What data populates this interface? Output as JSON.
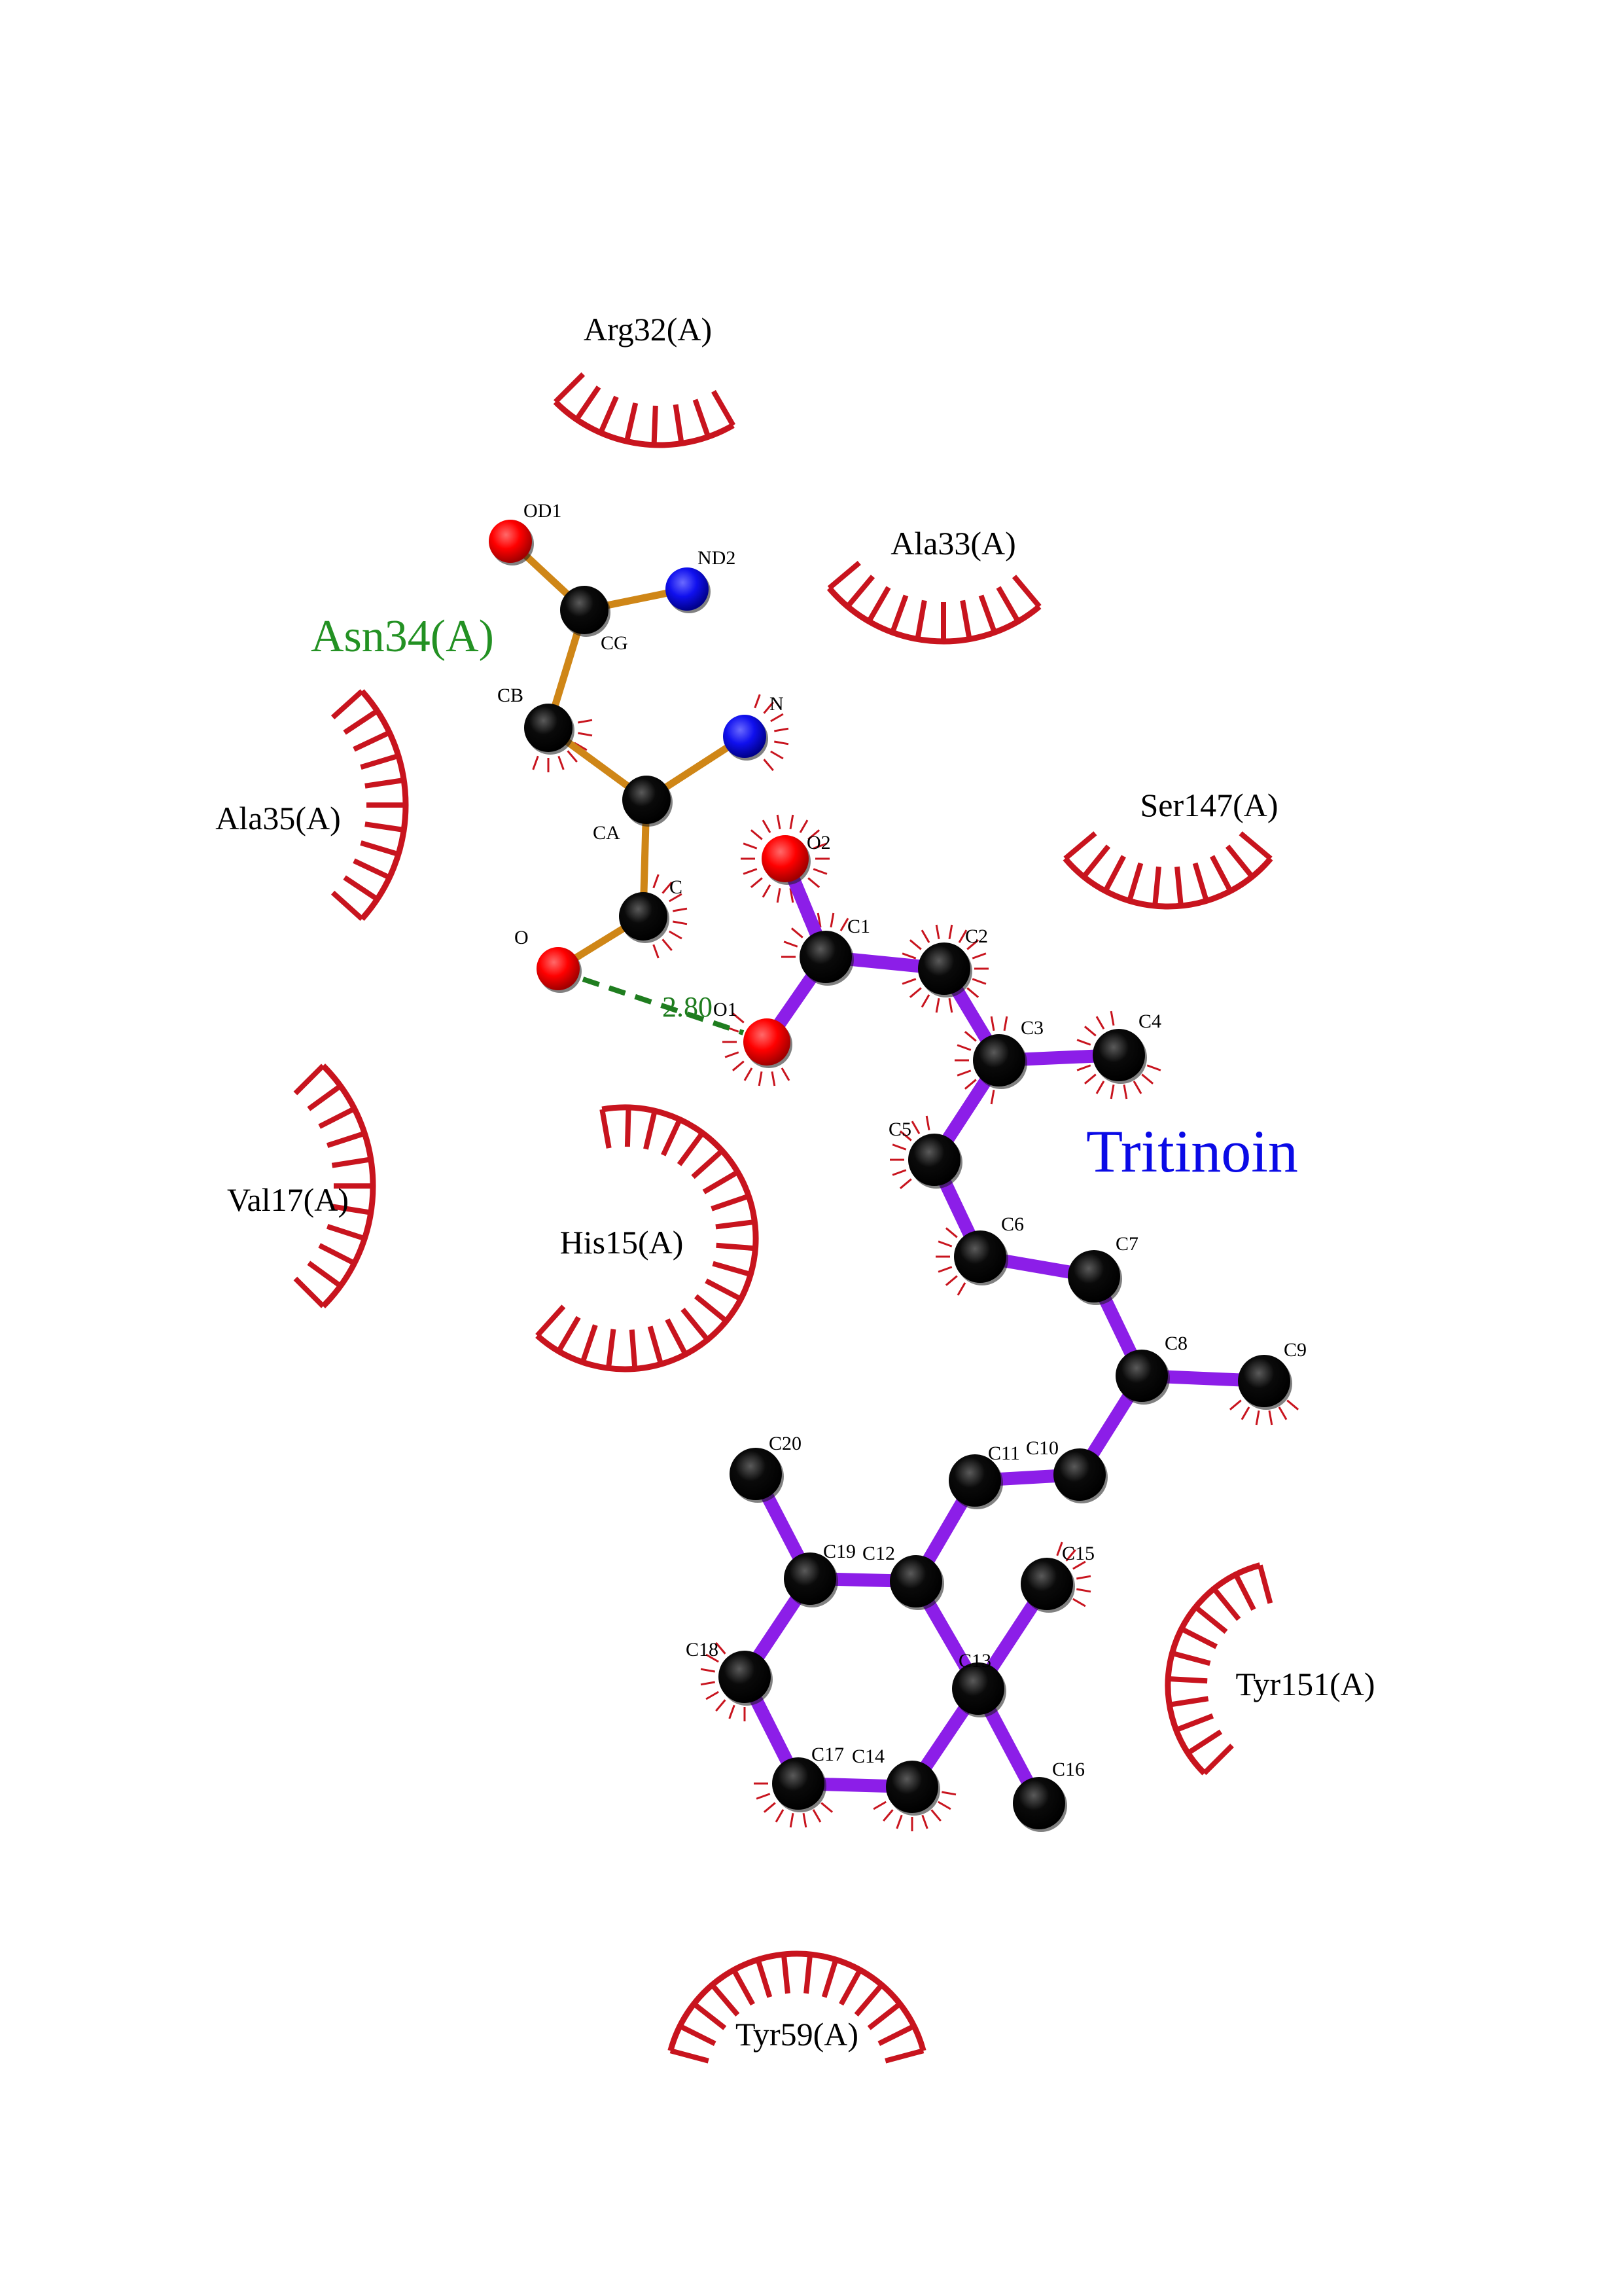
{
  "colors": {
    "background": "#ffffff",
    "ligand_bond": "#8c1ee8",
    "residue_bond": "#cf8617",
    "hydrophobic_arc": "#c8141e",
    "hbond": "#1f7d1f",
    "carbon": "#000000",
    "oxygen": "#ff0000",
    "nitrogen": "#1010ee",
    "ligand_title": "#0a0ae6",
    "residue_title": "#239123"
  },
  "ligand": {
    "name": "Tritinoin",
    "atoms": [
      {
        "id": "O2",
        "el": "O"
      },
      {
        "id": "C1",
        "el": "C"
      },
      {
        "id": "O1",
        "el": "O"
      },
      {
        "id": "C2",
        "el": "C"
      },
      {
        "id": "C3",
        "el": "C"
      },
      {
        "id": "C4",
        "el": "C"
      },
      {
        "id": "C5",
        "el": "C"
      },
      {
        "id": "C6",
        "el": "C"
      },
      {
        "id": "C7",
        "el": "C"
      },
      {
        "id": "C8",
        "el": "C"
      },
      {
        "id": "C9",
        "el": "C"
      },
      {
        "id": "C10",
        "el": "C"
      },
      {
        "id": "C11",
        "el": "C"
      },
      {
        "id": "C12",
        "el": "C"
      },
      {
        "id": "C19",
        "el": "C"
      },
      {
        "id": "C20",
        "el": "C"
      },
      {
        "id": "C18",
        "el": "C"
      },
      {
        "id": "C17",
        "el": "C"
      },
      {
        "id": "C14",
        "el": "C"
      },
      {
        "id": "C13",
        "el": "C"
      },
      {
        "id": "C15",
        "el": "C"
      },
      {
        "id": "C16",
        "el": "C"
      }
    ],
    "bonds": [
      [
        "O2",
        "C1"
      ],
      [
        "C1",
        "O1"
      ],
      [
        "C1",
        "C2"
      ],
      [
        "C2",
        "C3"
      ],
      [
        "C3",
        "C4"
      ],
      [
        "C3",
        "C5"
      ],
      [
        "C5",
        "C6"
      ],
      [
        "C6",
        "C7"
      ],
      [
        "C7",
        "C8"
      ],
      [
        "C8",
        "C9"
      ],
      [
        "C8",
        "C10"
      ],
      [
        "C10",
        "C11"
      ],
      [
        "C11",
        "C12"
      ],
      [
        "C12",
        "C19"
      ],
      [
        "C19",
        "C20"
      ],
      [
        "C19",
        "C18"
      ],
      [
        "C18",
        "C17"
      ],
      [
        "C17",
        "C14"
      ],
      [
        "C14",
        "C13"
      ],
      [
        "C13",
        "C12"
      ],
      [
        "C13",
        "C15"
      ],
      [
        "C13",
        "C16"
      ]
    ]
  },
  "residue": {
    "name": "Asn34(A)",
    "atoms": [
      {
        "id": "OD1",
        "el": "O"
      },
      {
        "id": "ND2",
        "el": "N"
      },
      {
        "id": "CG",
        "el": "C"
      },
      {
        "id": "CB",
        "el": "C"
      },
      {
        "id": "N",
        "el": "N"
      },
      {
        "id": "CA",
        "el": "C"
      },
      {
        "id": "C",
        "el": "C"
      },
      {
        "id": "O",
        "el": "O"
      }
    ],
    "bonds": [
      [
        "OD1",
        "CG"
      ],
      [
        "CG",
        "ND2"
      ],
      [
        "CG",
        "CB"
      ],
      [
        "CB",
        "CA"
      ],
      [
        "CA",
        "N"
      ],
      [
        "CA",
        "C"
      ],
      [
        "C",
        "O"
      ]
    ]
  },
  "hbond": {
    "from": "O",
    "to": "O1",
    "distance": "2.80"
  },
  "hydrophobic_residues": [
    {
      "name": "Arg32(A)"
    },
    {
      "name": "Ala33(A)"
    },
    {
      "name": "Ala35(A)"
    },
    {
      "name": "Ser147(A)"
    },
    {
      "name": "Val17(A)"
    },
    {
      "name": "His15(A)"
    },
    {
      "name": "Tyr151(A)"
    },
    {
      "name": "Tyr59(A)"
    }
  ]
}
